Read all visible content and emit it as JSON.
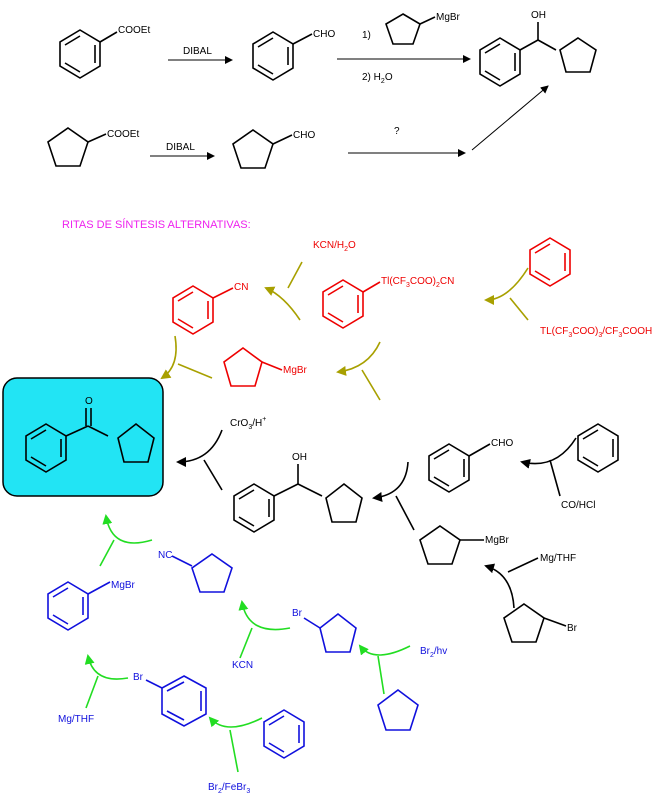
{
  "header": {
    "r1_ester": "COOEt",
    "r1_reagent": "DIBAL",
    "r1_aldehyde": "CHO",
    "r1_step1": "1)",
    "r1_grignard": "MgBr",
    "r1_step2": "2) H",
    "r1_step2_sub": "2",
    "r1_step2_tail": "O",
    "r1_oh": "OH",
    "r2_ester": "COOEt",
    "r2_reagent": "DIBAL",
    "r2_aldehyde": "CHO",
    "r2_unknown": "?"
  },
  "section": {
    "title": "RITAS DE SÍNTESIS ALTERNATIVAS:"
  },
  "red": {
    "kcn": "KCN/H",
    "kcn_sub": "2",
    "kcn_tail": "O",
    "cn": "CN",
    "tl": "Tl(CF",
    "tl_sub1": "3",
    "tl_mid": "COO)",
    "tl_sub2": "2",
    "tl_tail": "CN",
    "tlr_a": "TL(CF",
    "tlr_s1": "3",
    "tlr_b": "COO)",
    "tlr_s2": "3",
    "tlr_c": "/CF",
    "tlr_s3": "3",
    "tlr_d": "COOH",
    "mgbr": "MgBr"
  },
  "black": {
    "cro3": "CrO",
    "cro3_sub": "3",
    "cro3_mid": "/H",
    "cro3_sup": "+",
    "o": "O",
    "oh": "OH",
    "cho": "CHO",
    "cohcl": "CO/HCl",
    "mgbr": "MgBr",
    "mgthf": "Mg/THF",
    "br": "Br"
  },
  "blue": {
    "nc": "NC",
    "mgbr": "MgBr",
    "br1": "Br",
    "kcn": "KCN",
    "br2hv": "Br",
    "br2hv_sub": "2",
    "br2hv_tail": "/hv",
    "br2": "Br",
    "mgthf": "Mg/THF",
    "febr": "Br",
    "febr_s1": "2",
    "febr_mid": "/FeBr",
    "febr_s2": "3"
  },
  "colors": {
    "red": "#ee0000",
    "blue": "#1010dd",
    "green": "#22dd22",
    "olive": "#a8a000",
    "magenta": "#ee22ee",
    "target_fill": "#22e4f4"
  }
}
